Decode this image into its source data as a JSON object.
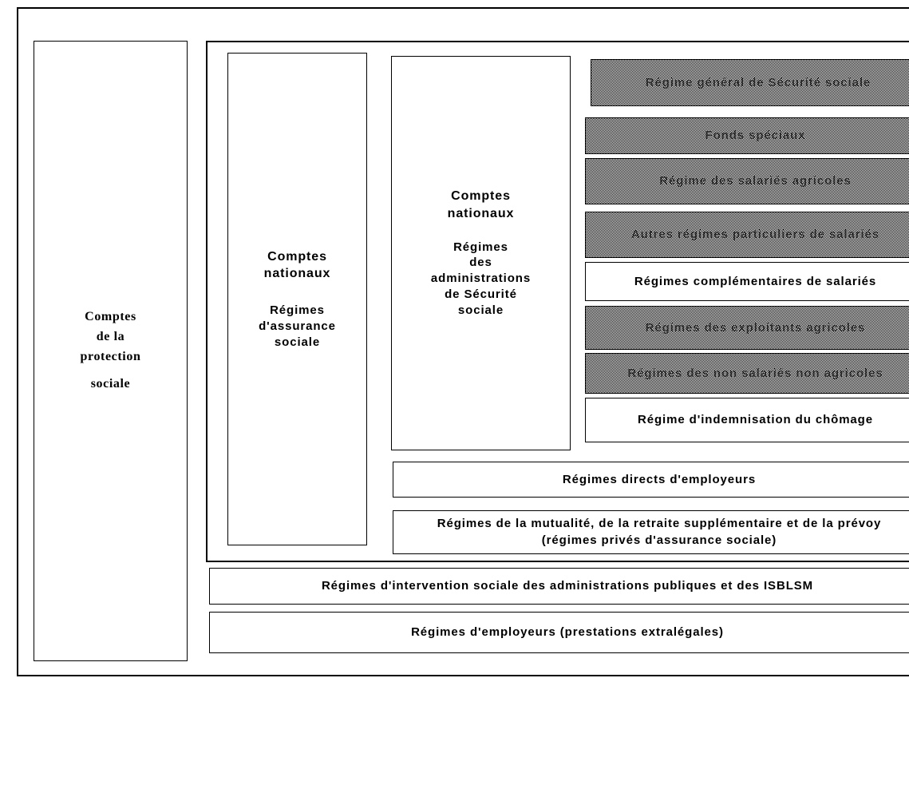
{
  "diagram": {
    "title": "Comptes de la protection sociale",
    "outer_frame": {
      "name": "outer-frame"
    },
    "protection_box": {
      "line1": "Comptes",
      "line2": "de la",
      "line3": "protection",
      "line4": "sociale"
    },
    "social_accounts_frame": {
      "name": "comptes-sociaux-frame"
    },
    "assurance_sociale_box": {
      "heading_line1": "Comptes",
      "heading_line2": "nationaux",
      "body_line1": "Régimes",
      "body_line2": "d'assurance",
      "body_line3": "sociale"
    },
    "admin_secu_box": {
      "heading_line1": "Comptes",
      "heading_line2": "nationaux",
      "body_line1": "Régimes",
      "body_line2": "des",
      "body_line3": "administrations",
      "body_line4": "de Sécurité",
      "body_line5": "sociale"
    },
    "regimes": [
      {
        "id": "regime-general",
        "label": "Régime général de Sécurité sociale",
        "shaded": true
      },
      {
        "id": "fonds-speciaux",
        "label": "Fonds spéciaux",
        "shaded": true
      },
      {
        "id": "salaries-agricoles",
        "label": "Régime des salariés agricoles",
        "shaded": true
      },
      {
        "id": "autres-particuliers",
        "label": "Autres régimes particuliers de salariés",
        "shaded": true
      },
      {
        "id": "complementaires",
        "label": "Régimes complémentaires de salariés",
        "shaded": false
      },
      {
        "id": "exploitants-agricoles",
        "label": "Régimes des exploitants agricoles",
        "shaded": true
      },
      {
        "id": "non-salaries",
        "label": "Régimes des non salariés non agricoles",
        "shaded": true
      },
      {
        "id": "chomage",
        "label": "Régime d'indemnisation du chômage",
        "shaded": false
      }
    ],
    "wide_bars": [
      {
        "id": "directs-employeurs",
        "label": "Régimes directs d'employeurs"
      },
      {
        "id": "mutualite",
        "label_line1": "Régimes de la mutualité, de la retraite supplémentaire et de la prévoy",
        "label_line2": "(régimes privés d'assurance sociale)"
      },
      {
        "id": "intervention-sociale",
        "label": "Régimes d'intervention sociale des administrations publiques et des ISBLSM"
      },
      {
        "id": "employeurs-extralegales",
        "label": "Régimes d'employeurs (prestations extralégales)"
      }
    ],
    "colors": {
      "line": "#000000",
      "background": "#ffffff",
      "shaded_fill": "#808080"
    }
  }
}
